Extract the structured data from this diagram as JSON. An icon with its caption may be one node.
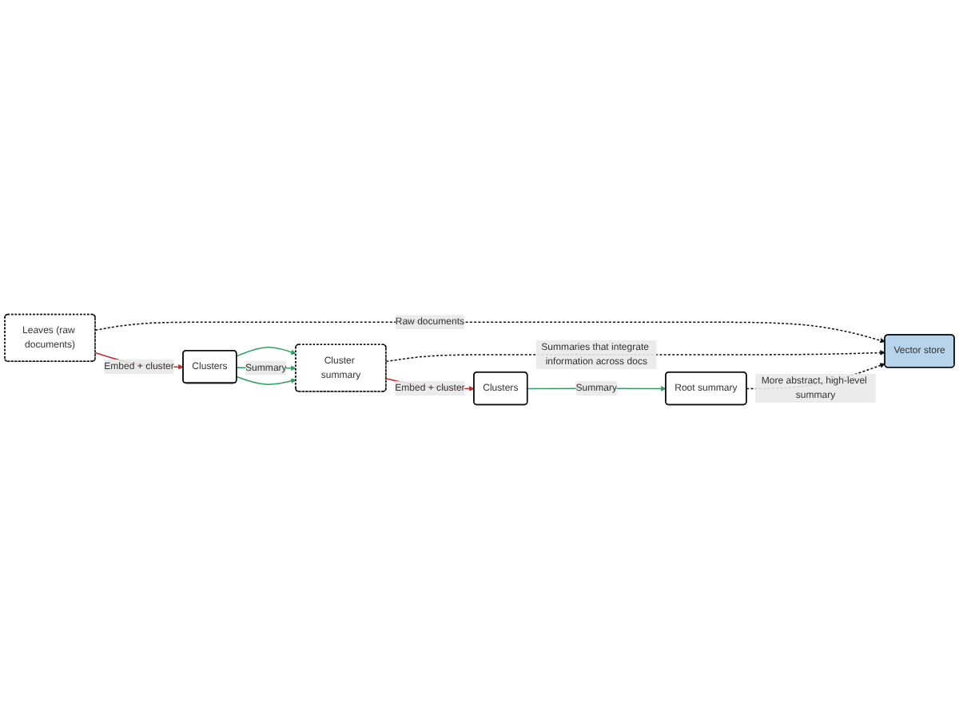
{
  "diagram": {
    "nodes": [
      {
        "text": [
          "Leaves (raw documents)"
        ]
      },
      {
        "text": [
          "Clusters"
        ]
      },
      {
        "text": [
          "Cluster summary"
        ]
      },
      {
        "text": [
          "Clusters"
        ]
      },
      {
        "text": [
          "Root summary"
        ]
      },
      {
        "text": [
          "Vector store"
        ]
      }
    ],
    "edges": [
      {
        "from": 0,
        "to": 1,
        "arrow": "to",
        "label": "Embed + cluster",
        "color": "#c8282d"
      },
      {
        "from": 1,
        "to": 2,
        "arrow": "to",
        "color": "#2e9e5e"
      },
      {
        "from": 1,
        "to": 2,
        "arrow": "to",
        "label": "Summary",
        "color": "#2e9e5e"
      },
      {
        "from": 1,
        "to": 2,
        "arrow": "to",
        "color": "#2e9e5e"
      },
      {
        "from": 2,
        "to": 3,
        "arrow": "to",
        "label": "Embed + cluster",
        "color": "#c8282d"
      },
      {
        "from": 3,
        "to": 4,
        "arrow": "to",
        "label": "Summary",
        "color": "#2e9e5e"
      },
      {
        "from": 0,
        "to": 5,
        "arrow": "to",
        "label": "Raw documents",
        "style": "dashed",
        "color": "#111111"
      },
      {
        "from": 2,
        "to": 5,
        "arrow": "to",
        "label": "Summaries that integrate information across docs",
        "style": "dashed",
        "color": "#111111"
      },
      {
        "from": 4,
        "to": 5,
        "arrow": "to",
        "label": "More abstract, high-level summary",
        "style": "dashed",
        "color": "#111111"
      }
    ]
  }
}
